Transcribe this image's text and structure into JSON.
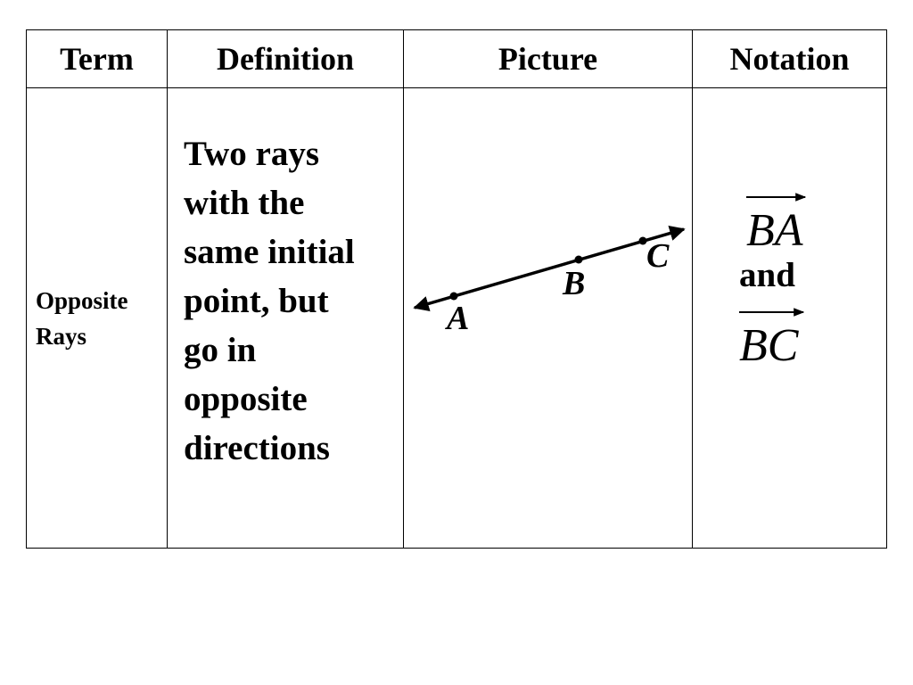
{
  "table": {
    "headers": {
      "term": "Term",
      "definition": "Definition",
      "picture": "Picture",
      "notation": "Notation"
    },
    "row": {
      "term_lines": [
        "Opposite",
        "Rays"
      ],
      "definition_lines": [
        "Two rays",
        "with the",
        "same initial",
        "point, but",
        "go in",
        "opposite",
        "directions"
      ],
      "picture": {
        "points": [
          "A",
          "B",
          "C"
        ]
      },
      "notation": {
        "ray1": "BA",
        "conjunction": "and",
        "ray2": "BC"
      }
    }
  }
}
